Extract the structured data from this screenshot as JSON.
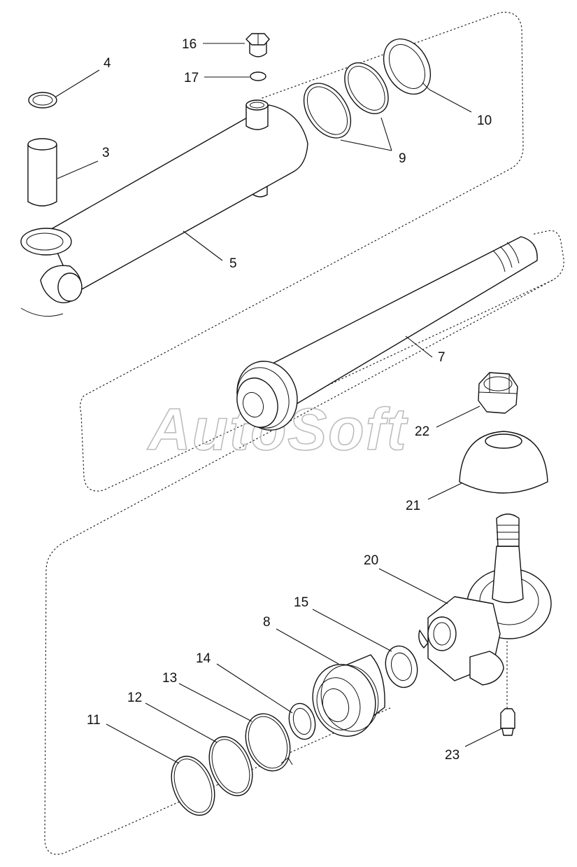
{
  "watermark": "AutoSoft",
  "callouts": {
    "c3": "3",
    "c4": "4",
    "c5": "5",
    "c7": "7",
    "c8": "8",
    "c9": "9",
    "c10": "10",
    "c11": "11",
    "c12": "12",
    "c13": "13",
    "c14": "14",
    "c15": "15",
    "c16": "16",
    "c17": "17",
    "c20": "20",
    "c21": "21",
    "c22": "22",
    "c23": "23"
  }
}
